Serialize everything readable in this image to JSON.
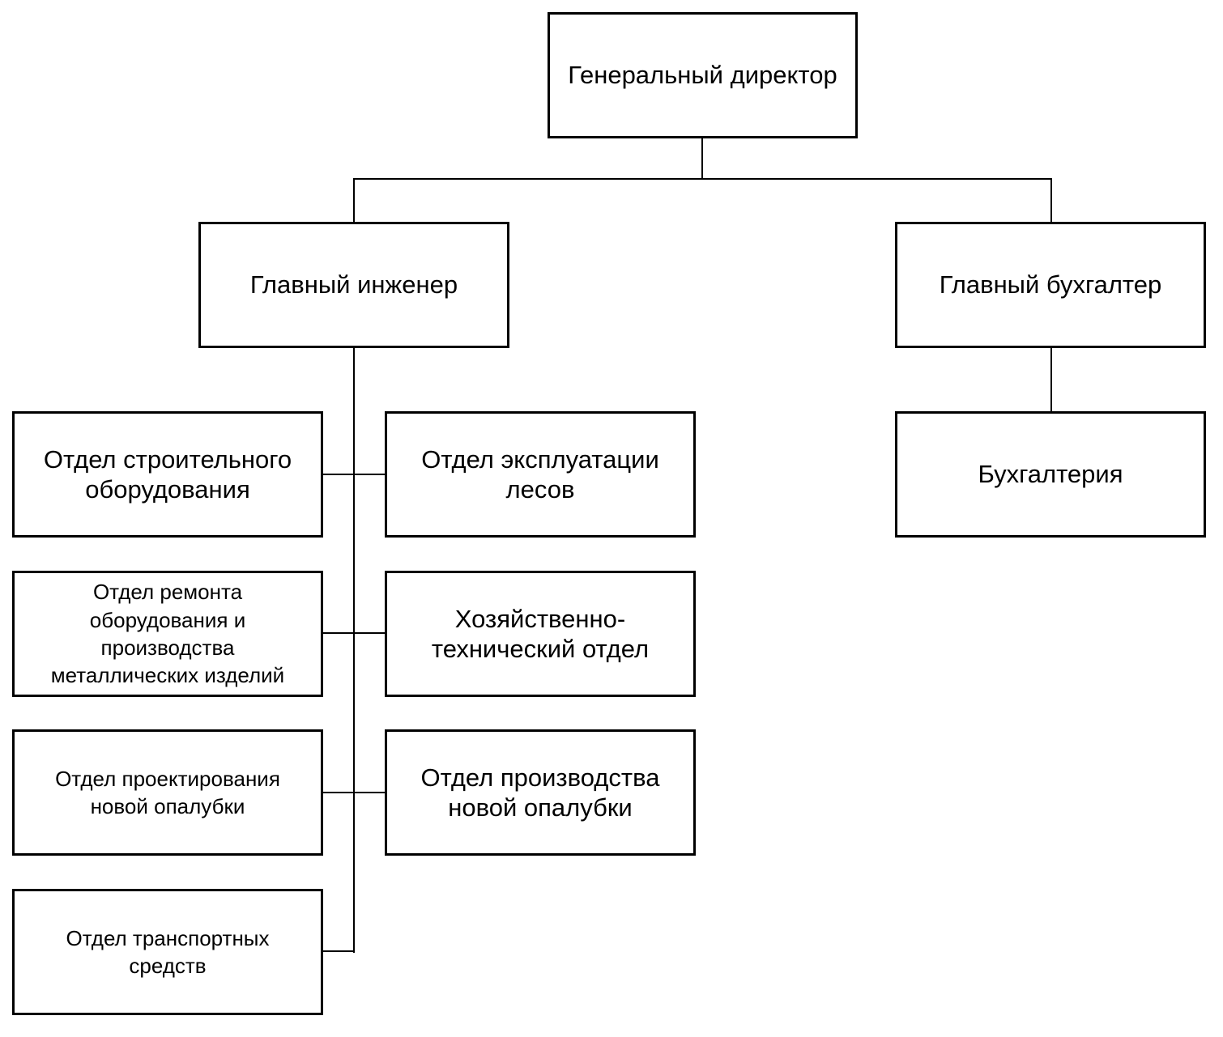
{
  "nodes": {
    "director": "Генеральный директор",
    "chief_engineer": "Главный инженер",
    "chief_accountant": "Главный бухгалтер",
    "accounting": "Бухгалтерия",
    "construction_equipment": "Отдел строительного\nоборудования",
    "scaffolding_operation": "Отдел эксплуатации\nлесов",
    "equipment_repair": "Отдел ремонта\nоборудования и\nпроизводства\nметаллических изделий",
    "maintenance": "Хозяйственно-\nтехнический отдел",
    "formwork_design": "Отдел проектирования\nновой опалубки",
    "formwork_production": "Отдел производства\nновой опалубки",
    "transport": "Отдел транспортных\nсредств"
  }
}
